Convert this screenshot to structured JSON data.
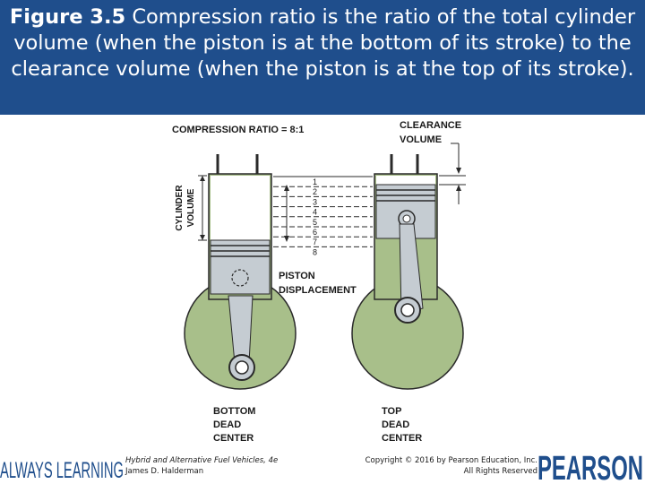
{
  "caption": {
    "figure_label": "Figure 3.5",
    "text": "Compression ratio is the ratio of the total cylinder volume (when the piston is at the bottom of its stroke) to the clearance volume (when the piston is at the top of its stroke)."
  },
  "diagram": {
    "compression_ratio_label": "COMPRESSION RATIO = 8:1",
    "clearance_label_line1": "CLEARANCE",
    "clearance_label_line2": "VOLUME",
    "cylinder_label_line1": "CYLINDER",
    "cylinder_label_line2": "VOLUME",
    "piston_label_line1": "PISTON",
    "piston_label_line2": "DISPLACEMENT",
    "bdc_line1": "BOTTOM",
    "bdc_line2": "DEAD",
    "bdc_line3": "CENTER",
    "tdc_line1": "TOP",
    "tdc_line2": "DEAD",
    "tdc_line3": "CENTER",
    "scale_marks": [
      "1",
      "2",
      "3",
      "4",
      "5",
      "6",
      "7",
      "8"
    ]
  },
  "footer": {
    "brand_left": "ALWAYS LEARNING",
    "book_title": "Hybrid and Alternative Fuel Vehicles, 4e",
    "book_author": "James D. Halderman",
    "copyright_line1": "Copyright © 2016 by Pearson Education, Inc.",
    "copyright_line2": "All Rights Reserved",
    "brand_right": "PEARSON"
  },
  "colors": {
    "header_bg": "#1f4e8c",
    "cylinder_green": "#a8bf8a",
    "piston_gray": "#c5ccd2"
  }
}
